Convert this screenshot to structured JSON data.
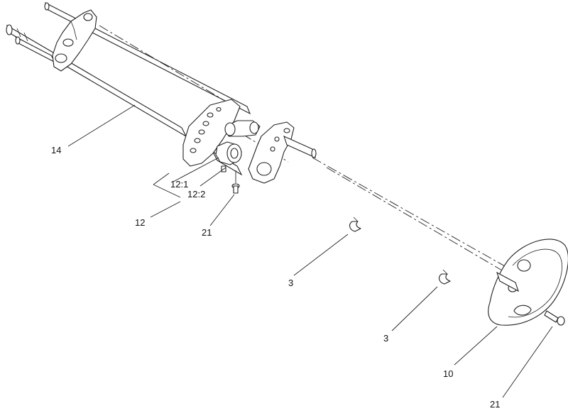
{
  "callouts": {
    "c14": "14",
    "c12_1": "12:1",
    "c12_2": "12:2",
    "c12": "12",
    "c21a": "21",
    "c3a": "3",
    "c3b": "3",
    "c10": "10",
    "c21b": "21"
  },
  "colors": {
    "line": "#222222",
    "background": "#ffffff"
  }
}
